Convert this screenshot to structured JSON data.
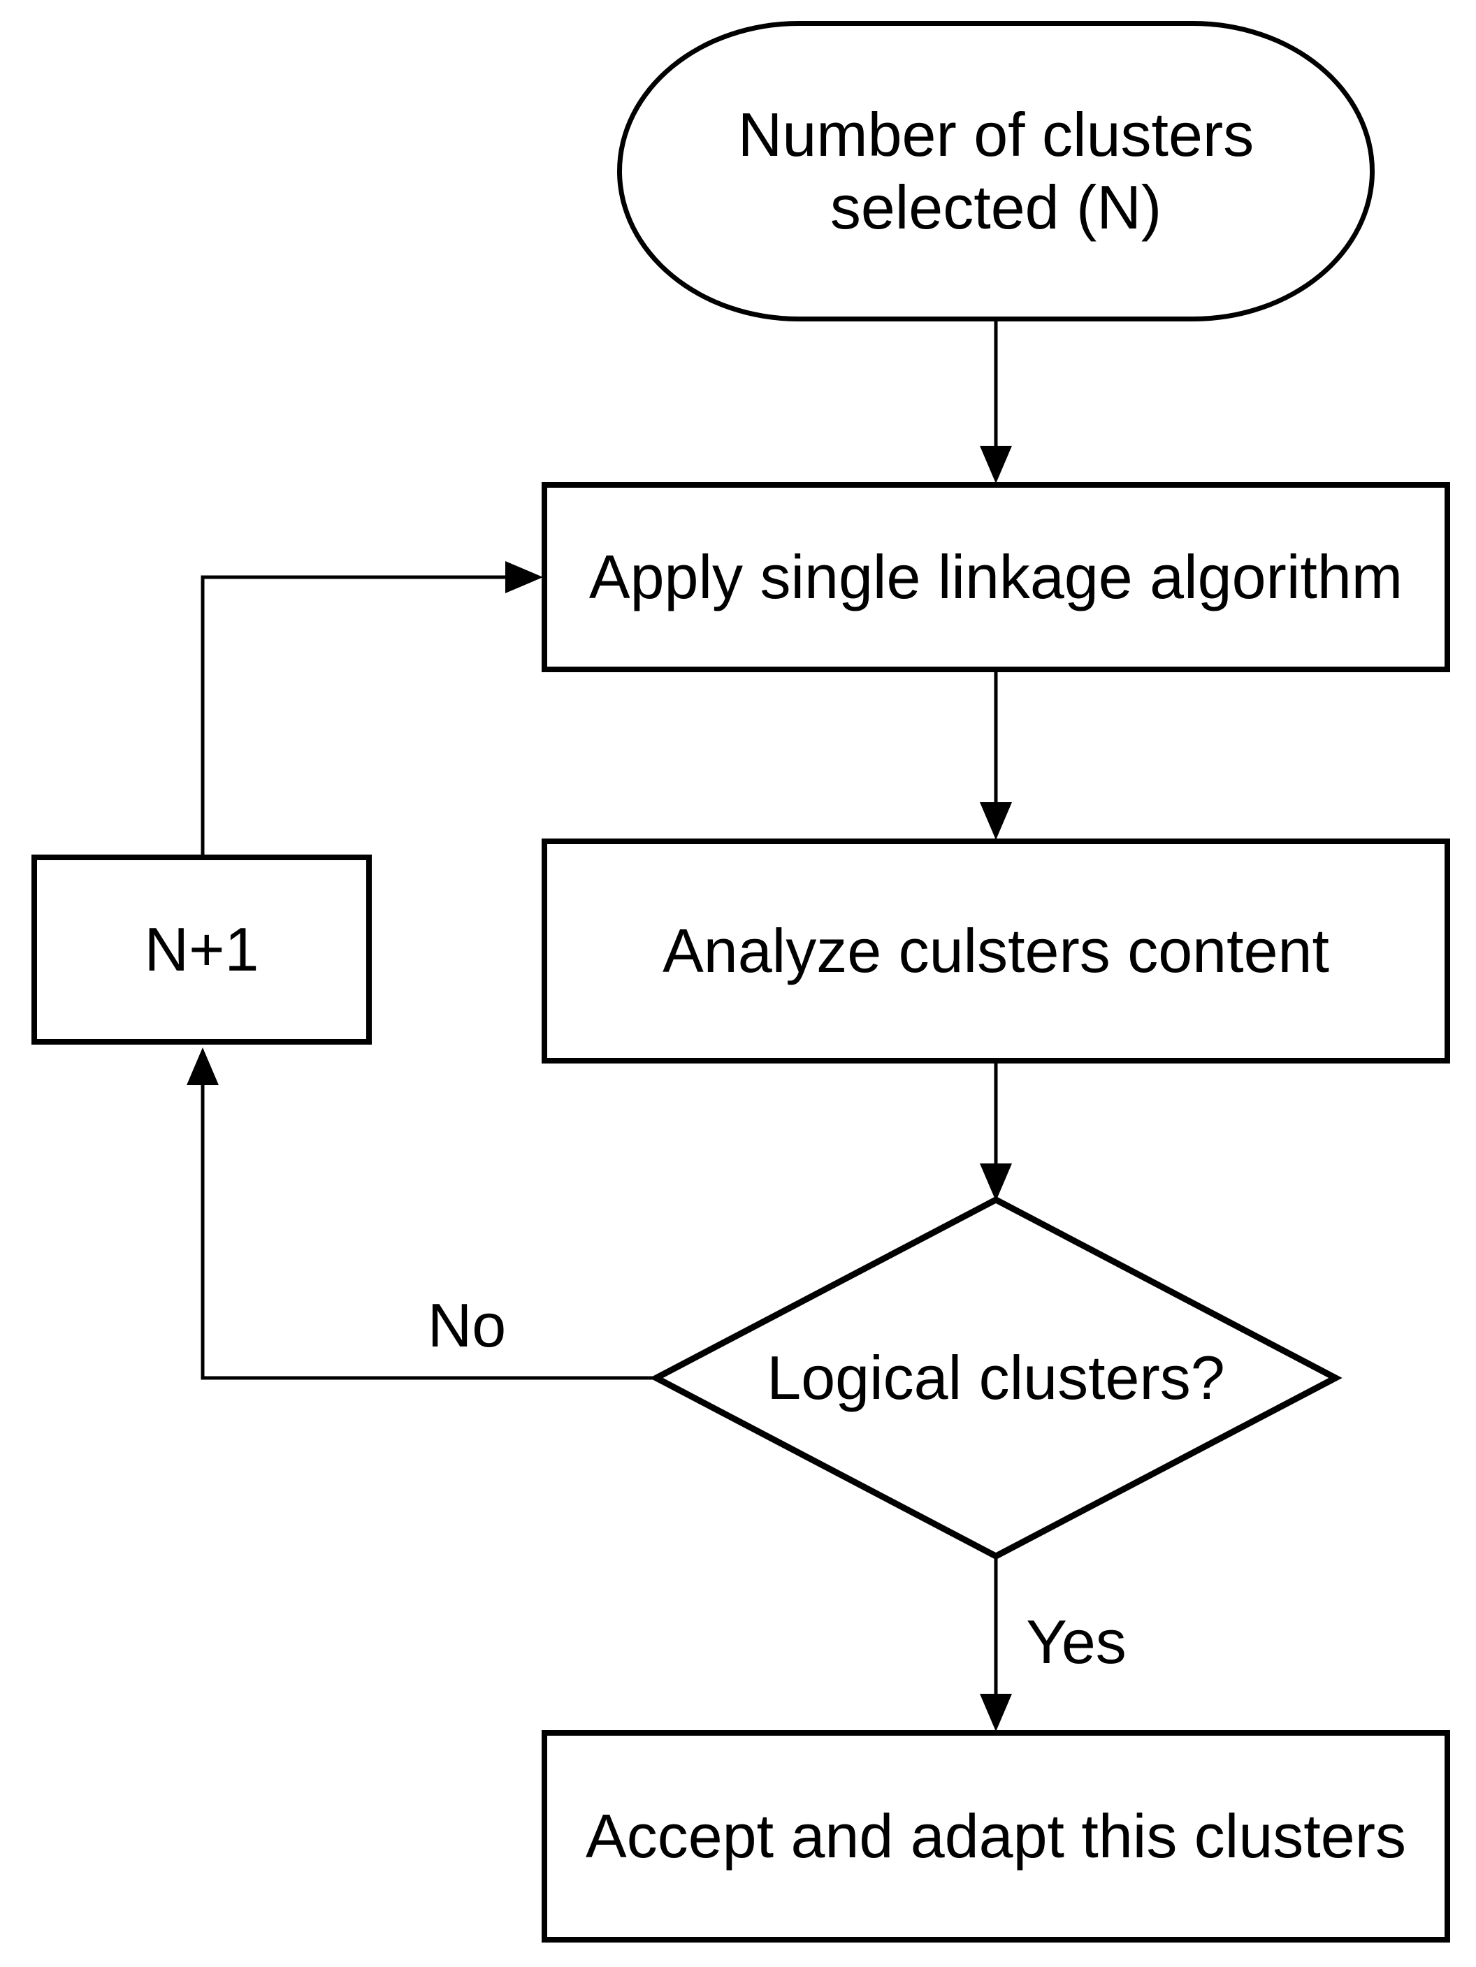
{
  "flowchart": {
    "nodes": {
      "start": {
        "type": "terminator",
        "label": "Number of clusters selected (N)"
      },
      "apply": {
        "type": "process",
        "label": "Apply single linkage algorithm"
      },
      "analyze": {
        "type": "process",
        "label": "Analyze culsters content"
      },
      "decision": {
        "type": "decision",
        "label": "Logical clusters?"
      },
      "increment": {
        "type": "process",
        "label": "N+1"
      },
      "accept": {
        "type": "process",
        "label": "Accept and adapt this clusters"
      }
    },
    "edge_labels": {
      "no": "No",
      "yes": "Yes"
    },
    "colors": {
      "stroke": "#000000",
      "node_fill": "#ffffff",
      "background": "#ffffff"
    }
  }
}
